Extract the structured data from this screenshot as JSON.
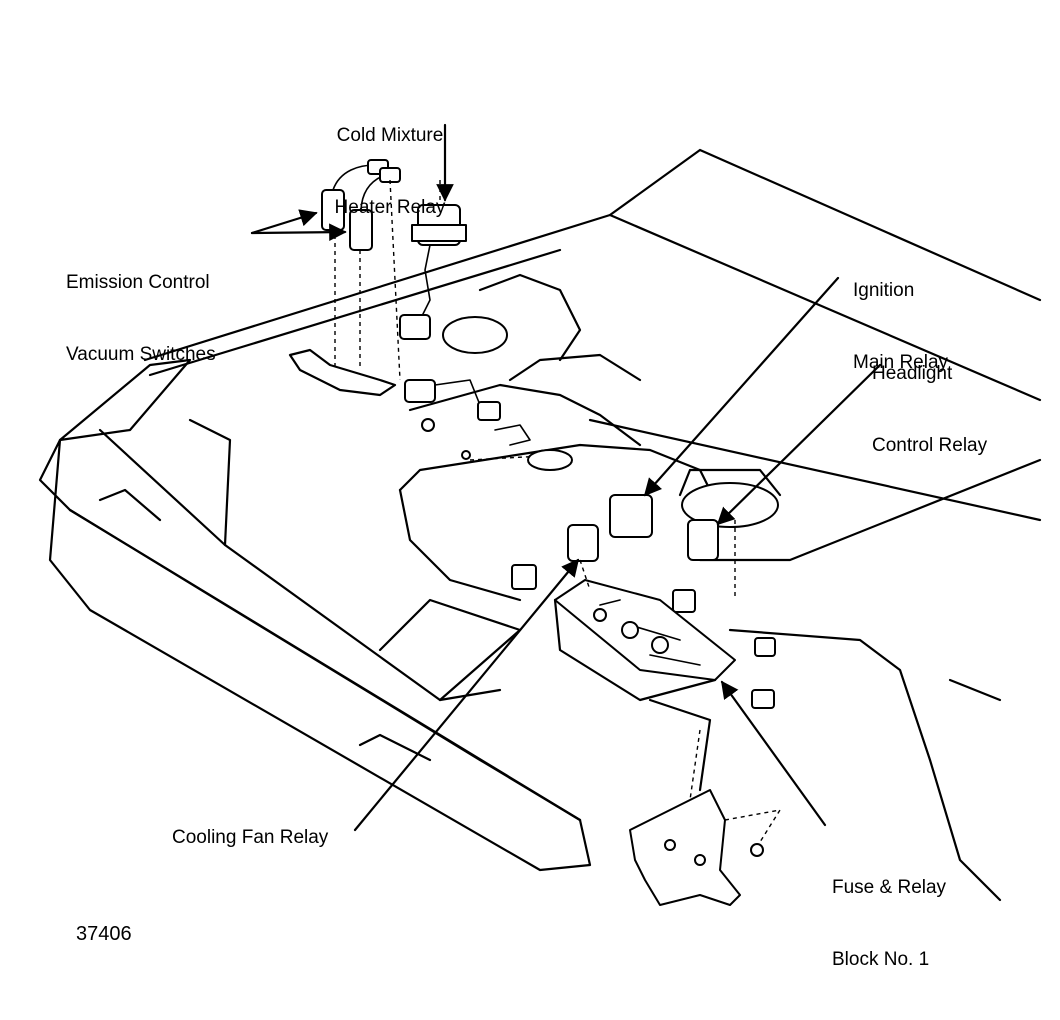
{
  "labels": {
    "cold_mixture": [
      "Cold Mixture",
      "Heater Relay"
    ],
    "emission": [
      "Emission Control",
      "Vacuum Switches"
    ],
    "ignition": [
      "Ignition",
      "Main Relay"
    ],
    "headlight": [
      "Headlight",
      "Control Relay"
    ],
    "cooling_fan": "Cooling Fan Relay",
    "fuse_block": [
      "Fuse & Relay",
      "Block No. 1"
    ]
  },
  "figure_number": "37406"
}
